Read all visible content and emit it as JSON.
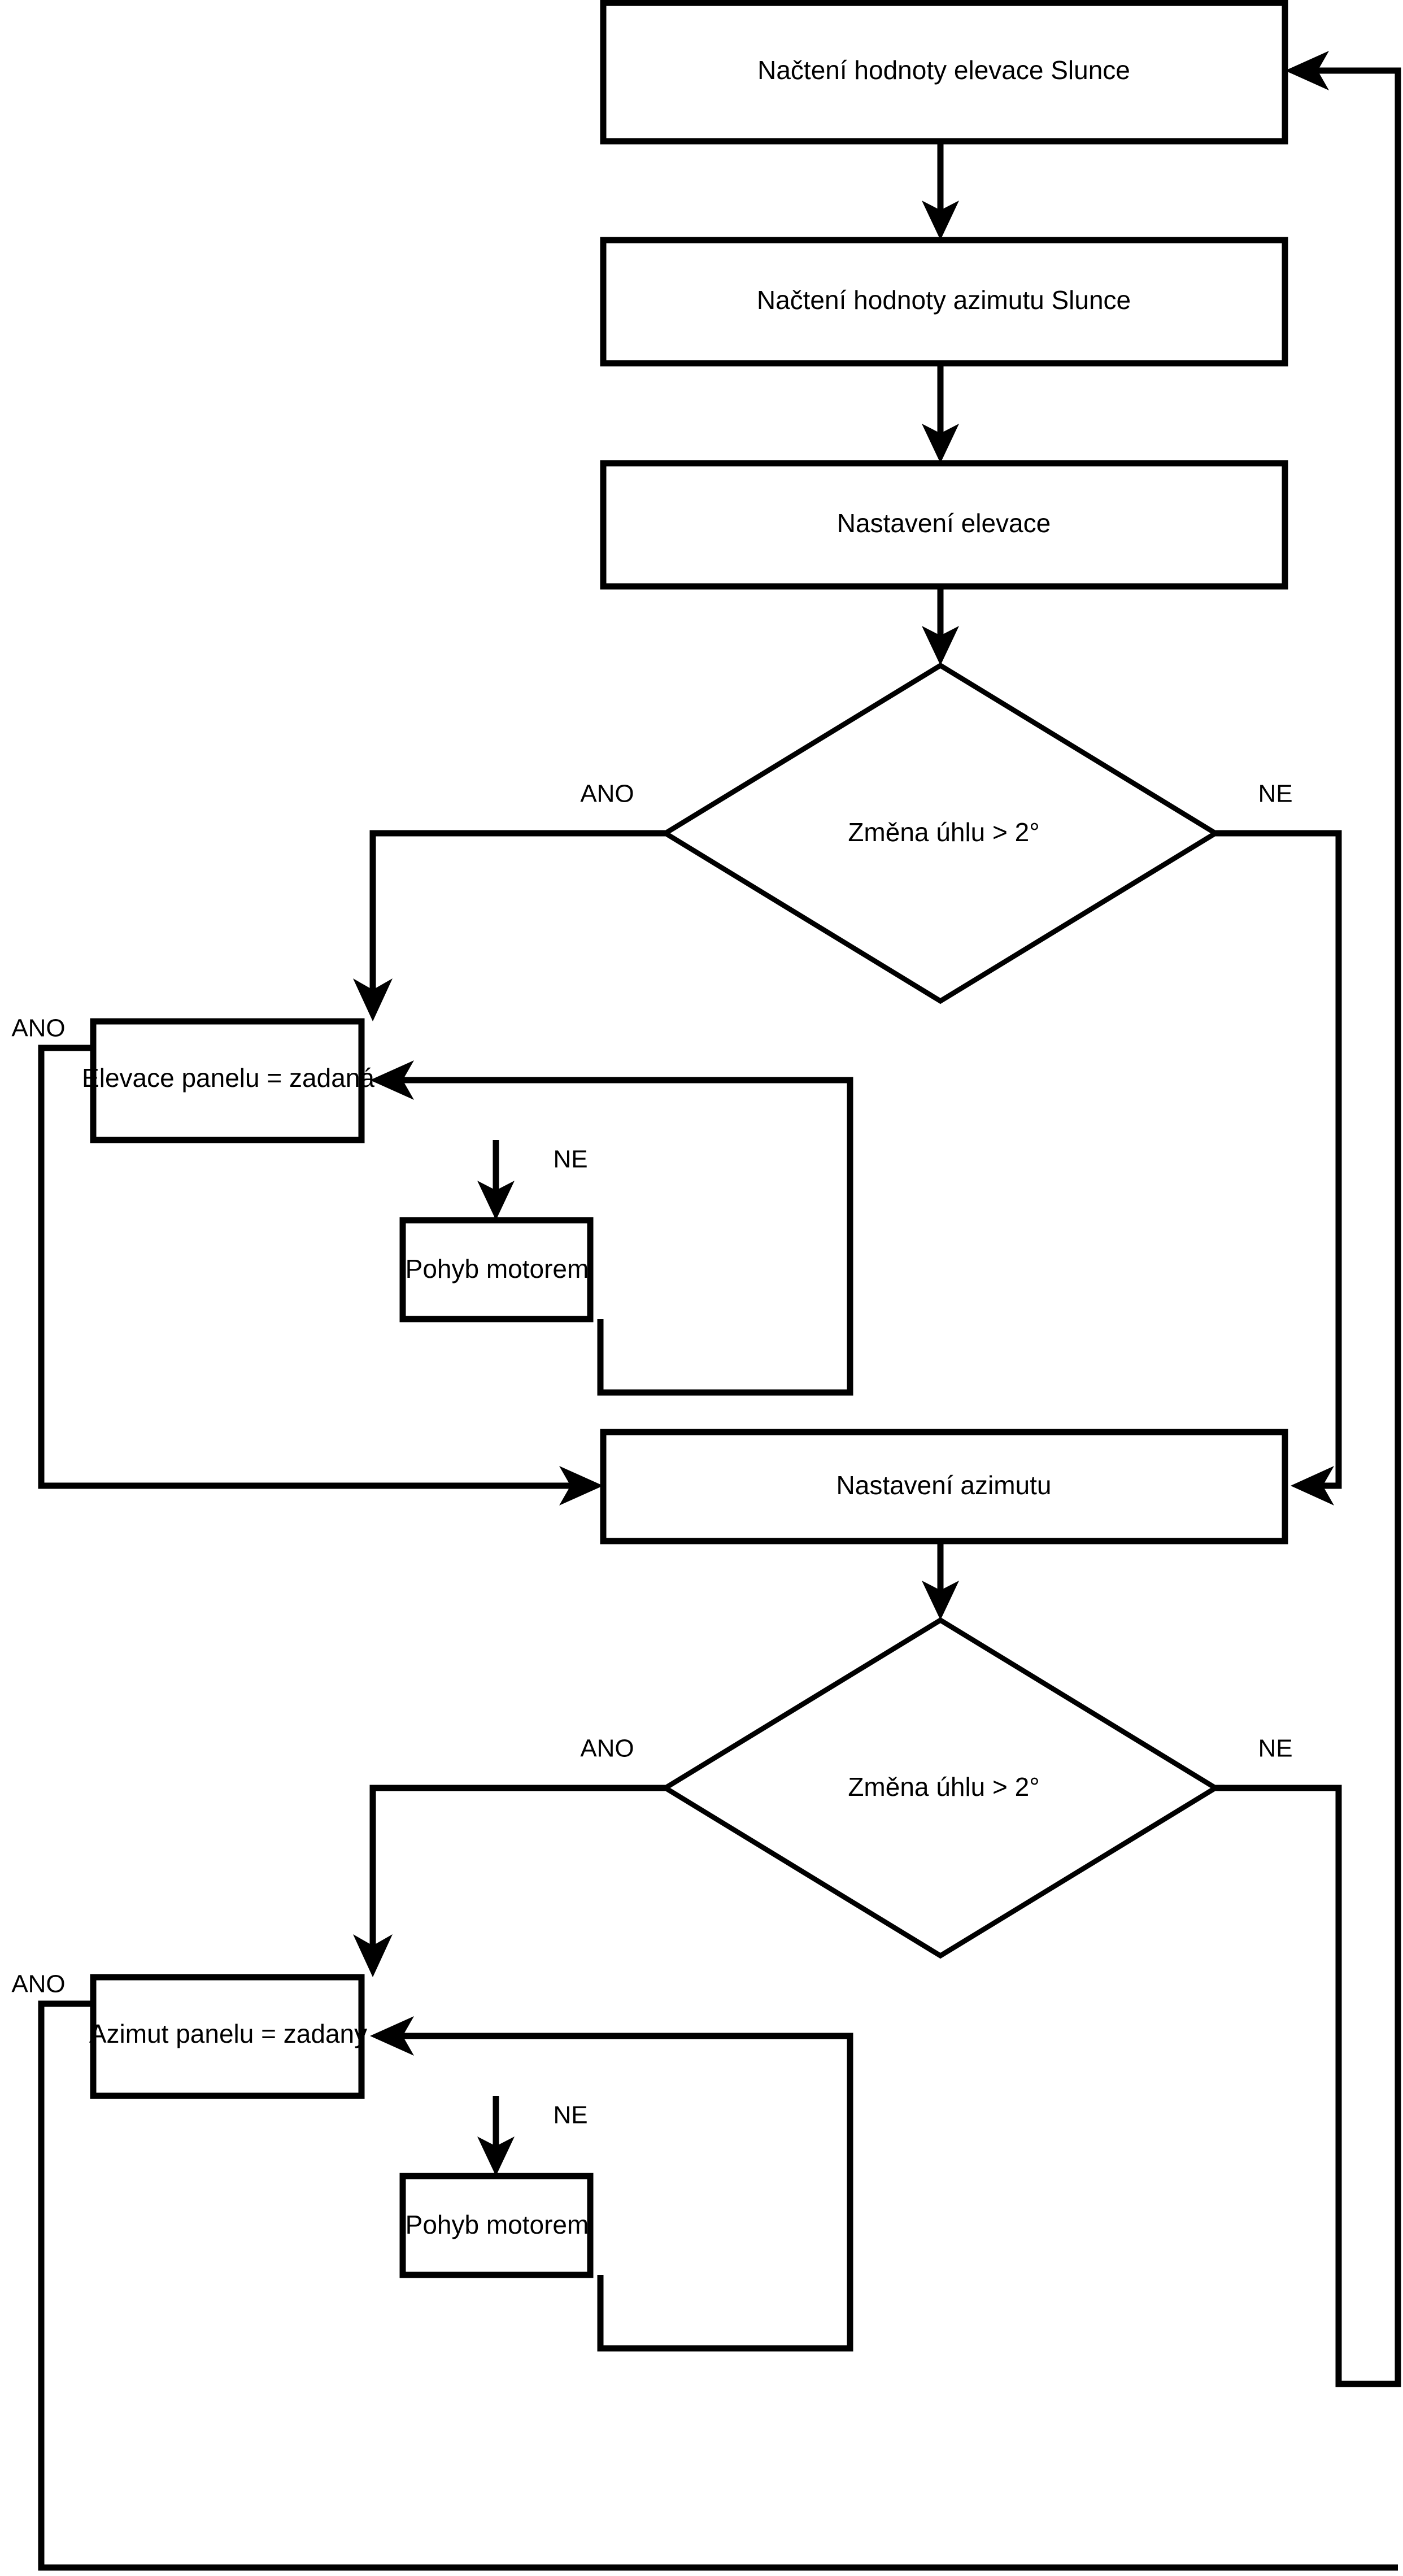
{
  "diagram": {
    "type": "flowchart",
    "language": "cs",
    "colors": {
      "background": "#ffffff",
      "stroke": "#000000",
      "fill": "#ffffff"
    },
    "nodes": [
      {
        "id": "read-elevation",
        "shape": "process",
        "label": "Načtení hodnoty elevace Slunce"
      },
      {
        "id": "read-azimuth",
        "shape": "process",
        "label": "Načtení hodnoty azimutu Slunce"
      },
      {
        "id": "set-elevation",
        "shape": "process",
        "label": "Nastavení elevace"
      },
      {
        "id": "decide-elev",
        "shape": "decision",
        "label": "Změna úhlu > 2°"
      },
      {
        "id": "panel-elev-eq",
        "shape": "process",
        "label": "Elevace panelu = zadaná"
      },
      {
        "id": "motor-move-elev",
        "shape": "process",
        "label": "Pohyb motorem"
      },
      {
        "id": "set-azimuth",
        "shape": "process",
        "label": "Nastavení azimutu"
      },
      {
        "id": "decide-azim",
        "shape": "decision",
        "label": "Změna úhlu > 2°"
      },
      {
        "id": "panel-azim-eq",
        "shape": "process",
        "label": "Azimut panelu = zadaný"
      },
      {
        "id": "motor-move-azim",
        "shape": "process",
        "label": "Pohyb motorem"
      }
    ],
    "edge_labels": {
      "decide_elev_yes": "ANO",
      "decide_elev_no": "NE",
      "panel_elev_yes": "ANO",
      "panel_elev_no": "NE",
      "decide_azim_yes": "ANO",
      "decide_azim_no": "NE",
      "panel_azim_yes": "ANO",
      "panel_azim_no": "NE"
    },
    "edges": [
      {
        "from": "read-elevation",
        "to": "read-azimuth",
        "label": ""
      },
      {
        "from": "read-azimuth",
        "to": "set-elevation",
        "label": ""
      },
      {
        "from": "set-elevation",
        "to": "decide-elev",
        "label": ""
      },
      {
        "from": "decide-elev",
        "to": "panel-elev-eq",
        "label": "ANO"
      },
      {
        "from": "decide-elev",
        "to": "set-azimuth",
        "label": "NE"
      },
      {
        "from": "panel-elev-eq",
        "to": "motor-move-elev",
        "label": "NE"
      },
      {
        "from": "motor-move-elev",
        "to": "panel-elev-eq",
        "label": ""
      },
      {
        "from": "panel-elev-eq",
        "to": "set-azimuth",
        "label": "ANO"
      },
      {
        "from": "set-azimuth",
        "to": "decide-azim",
        "label": ""
      },
      {
        "from": "decide-azim",
        "to": "panel-azim-eq",
        "label": "ANO"
      },
      {
        "from": "decide-azim",
        "to": "read-elevation",
        "label": "NE"
      },
      {
        "from": "panel-azim-eq",
        "to": "motor-move-azim",
        "label": "NE"
      },
      {
        "from": "motor-move-azim",
        "to": "panel-azim-eq",
        "label": ""
      },
      {
        "from": "panel-azim-eq",
        "to": "read-elevation",
        "label": "ANO"
      }
    ]
  }
}
